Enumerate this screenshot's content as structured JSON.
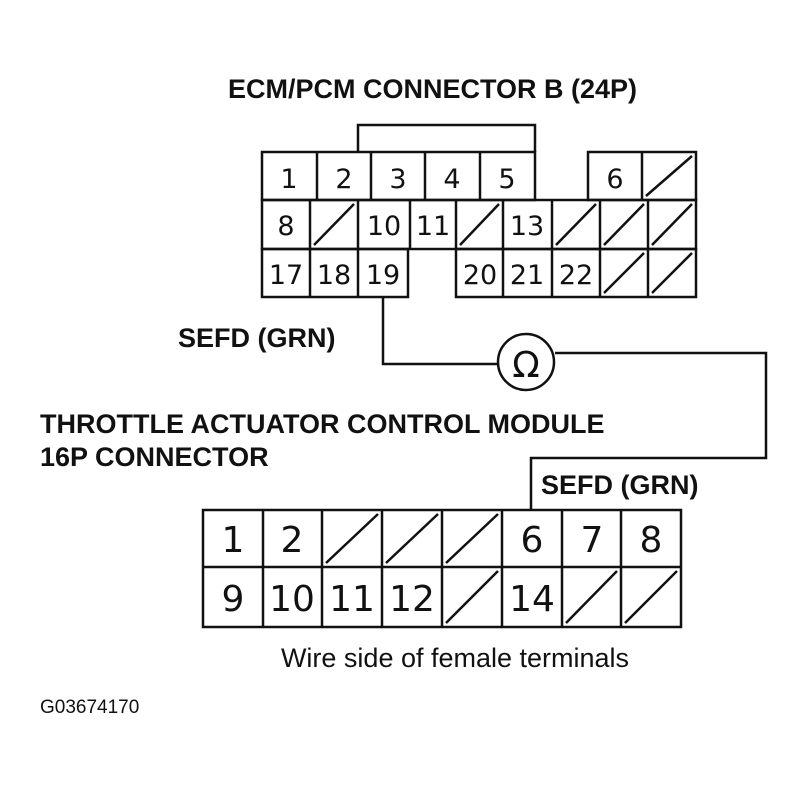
{
  "diagram": {
    "ecm_title": "ECM/PCM CONNECTOR B (24P)",
    "ecm_wire_label": "SEFD (GRN)",
    "tac_title_line1": "THROTTLE ACTUATOR CONTROL MODULE",
    "tac_title_line2": "16P CONNECTOR",
    "tac_wire_label": "SEFD (GRN)",
    "ohm_symbol": "Ω",
    "caption": "Wire side of female terminals",
    "figure_id": "G03674170",
    "ecm_pins": {
      "row1": [
        "1",
        "2",
        "3",
        "4",
        "5",
        "6"
      ],
      "row2": [
        "8",
        "10",
        "11",
        "13"
      ],
      "row3": [
        "17",
        "18",
        "19",
        "20",
        "21",
        "22"
      ]
    },
    "tac_pins": {
      "row1": [
        "1",
        "2",
        "6",
        "7",
        "8"
      ],
      "row2": [
        "9",
        "10",
        "11",
        "12",
        "14"
      ]
    },
    "colors": {
      "line": "#111111",
      "background": "#ffffff"
    }
  }
}
